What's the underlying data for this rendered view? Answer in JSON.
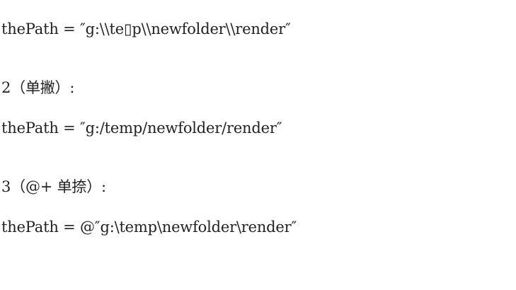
{
  "document": {
    "lines": [
      {
        "kind": "code",
        "text": "thePath = ″g:\\\\te▯p\\\\newfolder\\\\render″"
      },
      {
        "kind": "heading",
        "text": "2（单撇）:"
      },
      {
        "kind": "code",
        "text": "thePath = ″g:/temp/newfolder/render″"
      },
      {
        "kind": "heading",
        "text": "3（@+ 单捺）:"
      },
      {
        "kind": "code",
        "text": "thePath = @″g:\\temp\\newfolder\\render″"
      }
    ]
  }
}
